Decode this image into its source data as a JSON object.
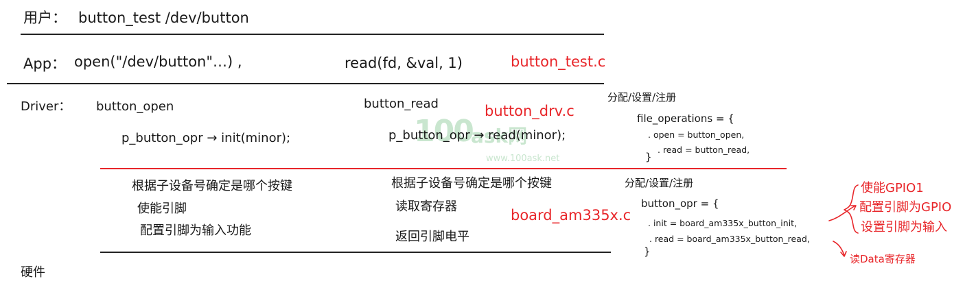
{
  "watermark": {
    "main": "100",
    "cn": "ask网",
    "url": "www.100ask.net"
  },
  "user_layer": {
    "label": "用户：",
    "cmd": "button_test  /dev/button"
  },
  "app_layer": {
    "label": "App：",
    "open_call": "open(\"/dev/button\"…) ,",
    "read_call": "read(fd, &val, 1)",
    "file": "button_test.c"
  },
  "driver_layer": {
    "label": "Driver：",
    "open_fn": "button_open",
    "open_call": "p_button_opr → init(minor);",
    "read_fn": "button_read",
    "read_call": "p_button_opr → read(minor);",
    "file": "button_drv.c",
    "note_title": "分配/设置/注册",
    "struct_head": "file_operations = {",
    "struct_lines": [
      ". open = button_open,",
      ". read = button_read,"
    ],
    "struct_end": "}"
  },
  "board_layer": {
    "init_lines": [
      "根据子设备号确定是哪个按键",
      "使能引脚",
      "配置引脚为输入功能"
    ],
    "read_lines": [
      "根据子设备号确定是哪个按键",
      "读取寄存器",
      "返回引脚电平"
    ],
    "file": "board_am335x.c",
    "note_title": "分配/设置/注册",
    "struct_head": "button_opr = {",
    "struct_lines": [
      ". init = board_am335x_button_init,",
      ". read = board_am335x_button_read,"
    ],
    "struct_end": "}",
    "init_notes": [
      "使能GPIO1",
      "配置引脚为GPIO",
      "设置引脚为输入"
    ],
    "read_note": "读Data寄存器"
  },
  "hardware_layer": {
    "label": "硬件"
  }
}
